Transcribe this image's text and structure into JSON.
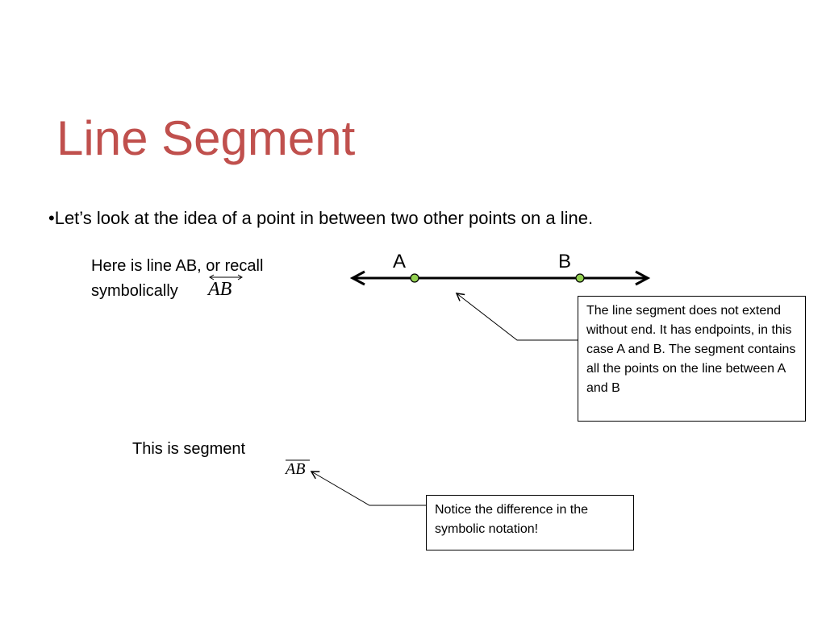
{
  "slide": {
    "title": "Line Segment",
    "title_color": "#c0504d",
    "bullet": "•Let’s look at the idea of a point in between  two other points on a line.",
    "line_intro": "Here is line AB, or recall symbolically",
    "line_notation": "AB",
    "segment_intro": "This is segment",
    "segment_notation": "AB",
    "point_a_label": "A",
    "point_b_label": "B",
    "point_fill_color": "#92d050",
    "callout_segment_text": "The  line segment does not extend without end.  It has endpoints, in this case A and B.  The segment contains all the points on the line between A and B",
    "callout_notation_text": "Notice the difference in the symbolic notation!"
  }
}
